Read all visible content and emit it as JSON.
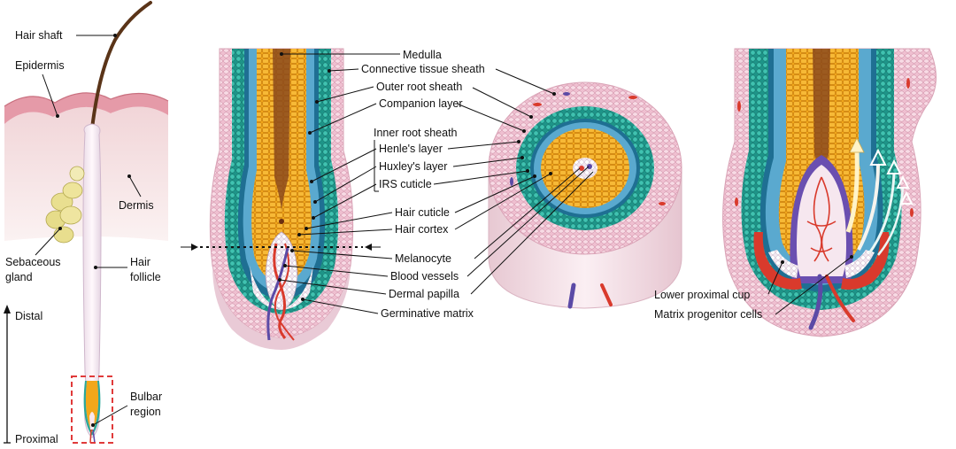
{
  "overview": {
    "hair_shaft": "Hair shaft",
    "epidermis": "Epidermis",
    "dermis": "Dermis",
    "sebaceous_line1": "Sebaceous",
    "sebaceous_line2": "gland",
    "hair_follicle_line1": "Hair",
    "hair_follicle_line2": "follicle",
    "bulbar_line1": "Bulbar",
    "bulbar_line2": "region",
    "distal": "Distal",
    "proximal": "Proximal"
  },
  "bulb_labels": {
    "medulla": "Medulla",
    "connective_tissue_sheath": "Connective tissue sheath",
    "outer_root_sheath": "Outer root sheath",
    "companion_layer": "Companion layer",
    "inner_root_sheath": "Inner root sheath",
    "henles_layer": "Henle's layer",
    "huxleys_layer": "Huxley's layer",
    "irs_cuticle": "IRS cuticle",
    "hair_cuticle": "Hair cuticle",
    "hair_cortex": "Hair cortex",
    "melanocyte": "Melanocyte",
    "blood_vessels": "Blood vessels",
    "dermal_papilla": "Dermal papilla",
    "germinative_matrix": "Germinative matrix"
  },
  "right_panel": {
    "lower_proximal_cup": "Lower proximal cup",
    "matrix_progenitor_cells": "Matrix progenitor cells"
  },
  "colors": {
    "skin_pink": "#e7a9b3",
    "dermis": "#f4dfe0",
    "ctsheath": "#f3c9d4",
    "ors": "#2aa79a",
    "companion": "#1f7f9a",
    "irs": "#4ca0c8",
    "cortex": "#f0a516",
    "medulla": "#7a3b14",
    "papilla": "#f6e7ea",
    "artery": "#d93a2c",
    "vein": "#5b4aa6",
    "sebaceous": "#e9df90",
    "box": "#e03a3a"
  }
}
